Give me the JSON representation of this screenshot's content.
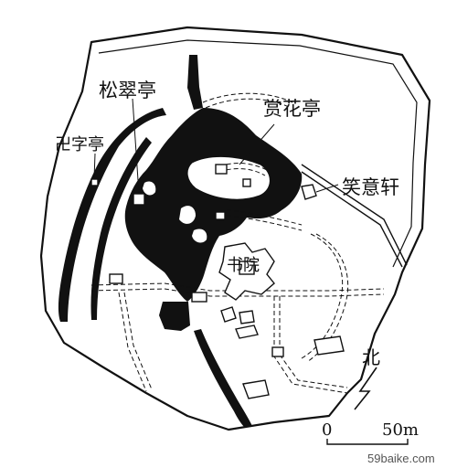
{
  "map": {
    "labels": {
      "songcui_pavilion": "松翠亭",
      "wanzi_pavilion": "卍字亭",
      "shanghua_pavilion": "赏花亭",
      "xiaoyi_pavilion": "笑意轩",
      "academy": "书院"
    },
    "north_label": "北",
    "scale": {
      "zero": "0",
      "distance": "50m"
    },
    "watermark": "59baike.com",
    "colors": {
      "ink": "#111111",
      "paper": "#ffffff",
      "watermark": "#555555"
    }
  }
}
